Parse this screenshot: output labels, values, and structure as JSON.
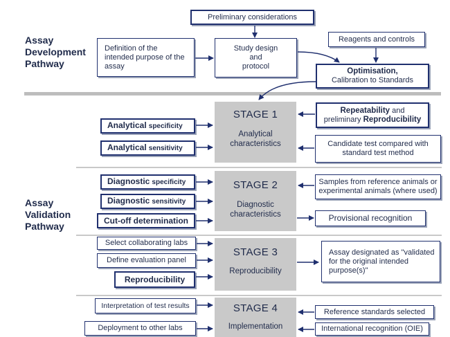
{
  "side_labels": {
    "development": [
      "Assay",
      "Development",
      "Pathway"
    ],
    "validation": [
      "Assay",
      "Validation",
      "Pathway"
    ]
  },
  "development": {
    "preliminary": "Preliminary considerations",
    "definition": [
      "Definition of the",
      "intended purpose of the",
      "assay"
    ],
    "study_design": [
      "Study design",
      "and",
      "protocol"
    ],
    "reagents": "Reagents and controls",
    "optimisation": {
      "title": "Optimisation,",
      "sub": "Calibration to Standards"
    }
  },
  "stage1": {
    "title": "STAGE 1",
    "sub": [
      "Analytical",
      "characteristics"
    ],
    "left": [
      {
        "bold": "Analytical",
        "small": "specificity"
      },
      {
        "bold": "Analytical",
        "small": "sensitivity"
      }
    ],
    "right_top": {
      "bold1": "Repeatability",
      "plain1": "and",
      "plain2": "preliminary",
      "bold2": "Reproducibility"
    },
    "right_bottom": [
      "Candidate test compared with",
      "standard test method"
    ]
  },
  "stage2": {
    "title": "STAGE 2",
    "sub": [
      "Diagnostic",
      "characteristics"
    ],
    "left": [
      {
        "bold": "Diagnostic",
        "small": "specificity"
      },
      {
        "bold": "Diagnostic",
        "small": "sensitivity"
      },
      {
        "bold": "Cut-off determination",
        "small": ""
      }
    ],
    "right_top": [
      "Samples from reference animals or",
      "experimental animals (where used)"
    ],
    "right_bottom": "Provisional recognition"
  },
  "stage3": {
    "title": "STAGE 3",
    "sub": "Reproducibility",
    "left": [
      "Select collaborating labs",
      "Define evaluation panel"
    ],
    "left_bold": "Reproducibility",
    "right": [
      "Assay designated as \"validated",
      "for the original intended",
      "purpose(s)\""
    ]
  },
  "stage4": {
    "title": "STAGE 4",
    "sub": "Implementation",
    "left": [
      "Interpretation of test results",
      "Deployment to other labs"
    ],
    "right": [
      "Reference standards selected",
      "International recognition (OIE)"
    ]
  },
  "colors": {
    "stage_fill": "#c9c9c9",
    "border": "#1f2f6e",
    "text": "#1f2a4a",
    "separator": "#bdbdbd"
  }
}
